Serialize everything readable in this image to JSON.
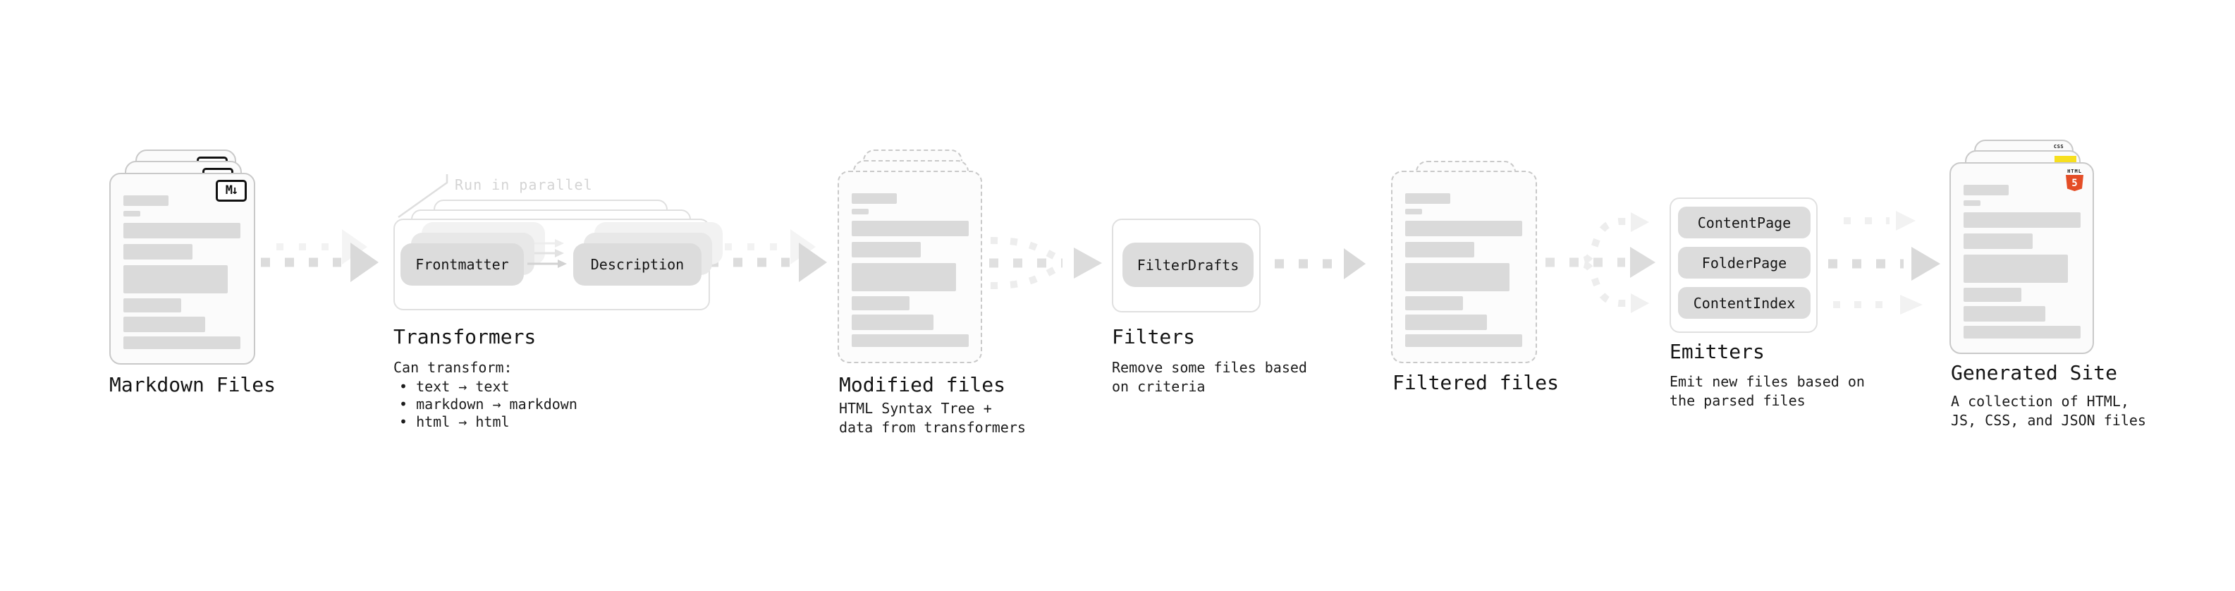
{
  "stages": {
    "markdown_files": {
      "title": "Markdown Files",
      "badge": "M↓"
    },
    "transformers": {
      "title": "Transformers",
      "annotation": "Run in parallel",
      "pill_a": "Frontmatter",
      "pill_b": "Description",
      "desc_heading": "Can transform:",
      "bullets": [
        "• text → text",
        "• markdown → markdown",
        "• html → html"
      ]
    },
    "modified_files": {
      "title": "Modified files",
      "description": "HTML Syntax Tree +\ndata from transformers"
    },
    "filters": {
      "title": "Filters",
      "pill": "FilterDrafts",
      "description": "Remove some files based\non criteria"
    },
    "filtered_files": {
      "title": "Filtered files"
    },
    "emitters": {
      "title": "Emitters",
      "pills": [
        "ContentPage",
        "FolderPage",
        "ContentIndex"
      ],
      "description": "Emit new files based on\nthe parsed files"
    },
    "generated_site": {
      "title": "Generated Site",
      "description": "A collection of HTML,\nJS, CSS, and JSON files",
      "html5_label": "HTML",
      "html5_numeral": "5",
      "css_label": "CSS"
    }
  },
  "colors": {
    "page_bg": "#ffffff",
    "text_primary": "#161616",
    "card_border": "#c9c9c9",
    "bar_fill": "#dadada",
    "pill_bg": "#dcdcdc",
    "arrow_dark": "#dcdcdc",
    "arrow_light": "#f1f1f1",
    "annotation": "#d4d4d4",
    "badge_border": "#111111",
    "accent_html5": "#e44d26",
    "accent_js": "#f7df1e",
    "accent_css": "#2965f1"
  }
}
